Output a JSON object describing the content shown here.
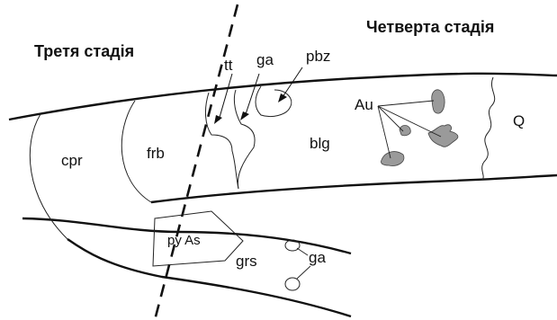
{
  "stages": {
    "third": "Третя стадія",
    "fourth": "Четверта стадія"
  },
  "labels": {
    "cpr": "cpr",
    "frb": "frb",
    "tt": "tt",
    "ga_top": "ga",
    "pbz": "pbz",
    "blg": "blg",
    "au": "Au",
    "q": "Q",
    "py_as": "py As",
    "grs": "grs",
    "ga_bottom": "ga"
  },
  "colors": {
    "line": "#111111",
    "thin_line": "#222222",
    "gold_grain": "#9a9a9a"
  }
}
